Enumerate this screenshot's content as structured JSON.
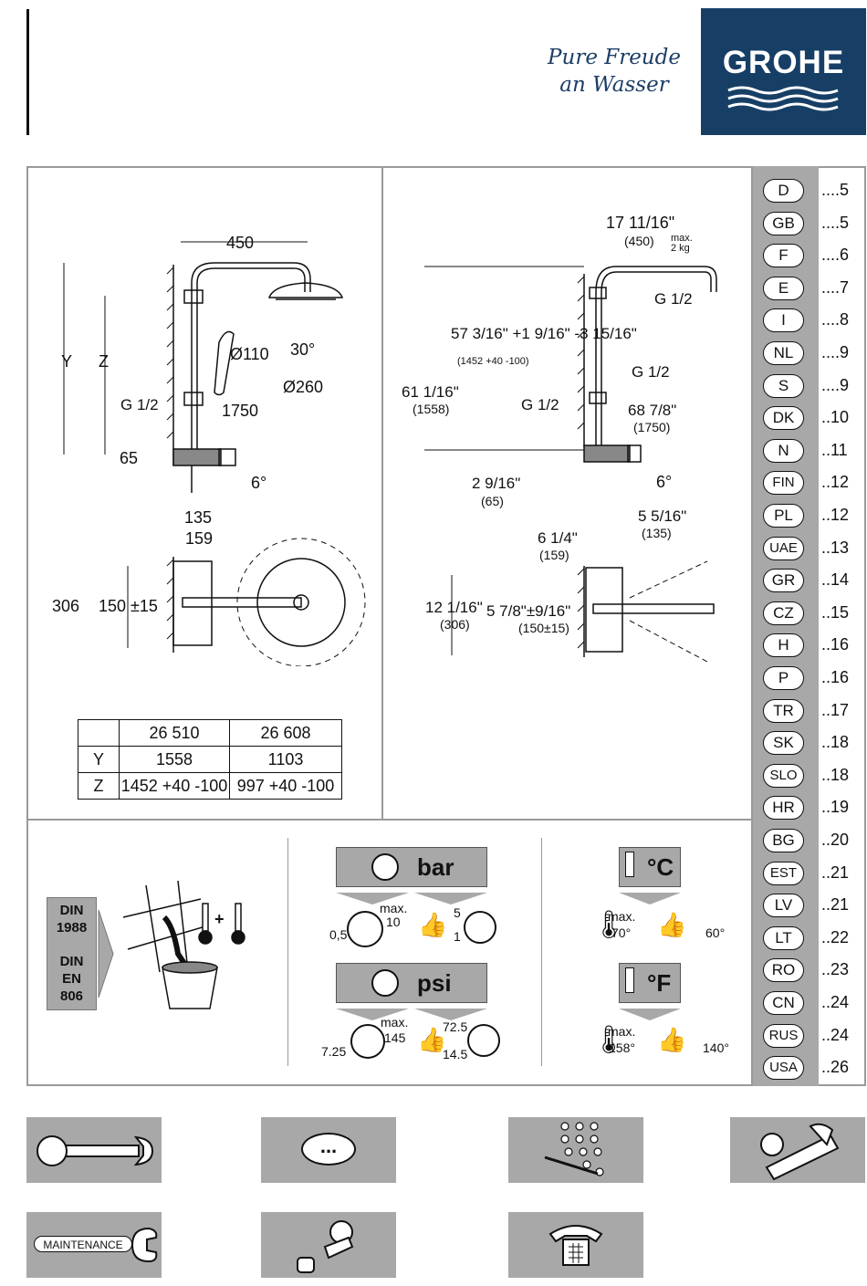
{
  "header": {
    "tagline_line1": "Pure Freude",
    "tagline_line2": "an Wasser",
    "brand": "GROHE",
    "brand_color": "#173f66"
  },
  "drawing_left": {
    "dim_450": "450",
    "dim_y": "Y",
    "dim_z": "Z",
    "dim_110": "Ø110",
    "dim_30": "30°",
    "dim_260": "Ø260",
    "dim_1750": "1750",
    "dim_g12": "G 1/2",
    "dim_65": "65",
    "dim_6deg": "6°",
    "dim_135": "135",
    "dim_159": "159",
    "dim_306": "306",
    "dim_150": "150 ±15"
  },
  "table": {
    "headers": [
      "",
      "26 510",
      "26 608"
    ],
    "rows": [
      [
        "Y",
        "1558",
        "1103"
      ],
      [
        "Z",
        "1452 +40 -100",
        "997 +40 -100"
      ]
    ]
  },
  "drawing_right": {
    "dim_17": "17 11/16\"",
    "dim_450": "(450)",
    "dim_max": "max.",
    "dim_2kg": "2 kg",
    "dim_g12a": "G 1/2",
    "dim_57": "57 3/16\" +1 9/16\" -3 15/16\"",
    "dim_1452": "(1452 +40 -100)",
    "dim_61": "61 1/16\"",
    "dim_1558": "(1558)",
    "dim_g12b": "G 1/2",
    "dim_g12c": "G 1/2",
    "dim_68": "68 7/8\"",
    "dim_1750": "(1750)",
    "dim_29": "2 9/16\"",
    "dim_65": "(65)",
    "dim_6deg": "6°",
    "dim_55": "5 5/16\"",
    "dim_135": "(135)",
    "dim_614": "6 1/4\"",
    "dim_159": "(159)",
    "dim_12": "12 1/16\"",
    "dim_306": "(306)",
    "dim_578": "5 7/8\"±9/16\"",
    "dim_150": "(150±15)"
  },
  "languages": [
    {
      "code": "D",
      "page": "....5"
    },
    {
      "code": "GB",
      "page": "....5"
    },
    {
      "code": "F",
      "page": "....6"
    },
    {
      "code": "E",
      "page": "....7"
    },
    {
      "code": "I",
      "page": "....8"
    },
    {
      "code": "NL",
      "page": "....9"
    },
    {
      "code": "S",
      "page": "....9"
    },
    {
      "code": "DK",
      "page": "..10"
    },
    {
      "code": "N",
      "page": "..11"
    },
    {
      "code": "FIN",
      "page": "..12"
    },
    {
      "code": "PL",
      "page": "..12"
    },
    {
      "code": "UAE",
      "page": "..13"
    },
    {
      "code": "GR",
      "page": "..14"
    },
    {
      "code": "CZ",
      "page": "..15"
    },
    {
      "code": "H",
      "page": "..16"
    },
    {
      "code": "P",
      "page": "..16"
    },
    {
      "code": "TR",
      "page": "..17"
    },
    {
      "code": "SK",
      "page": "..18"
    },
    {
      "code": "SLO",
      "page": "..18"
    },
    {
      "code": "HR",
      "page": "..19"
    },
    {
      "code": "BG",
      "page": "..20"
    },
    {
      "code": "EST",
      "page": "..21"
    },
    {
      "code": "LV",
      "page": "..21"
    },
    {
      "code": "LT",
      "page": "..22"
    },
    {
      "code": "RO",
      "page": "..23"
    },
    {
      "code": "CN",
      "page": "..24"
    },
    {
      "code": "RUS",
      "page": "..24"
    },
    {
      "code": "USA",
      "page": "..26"
    }
  ],
  "standards": {
    "din1": "DIN",
    "din1_num": "1988",
    "din2": "DIN",
    "din2_en": "EN",
    "din2_num": "806"
  },
  "pressure": {
    "bar_label": "bar",
    "bar_min": "0,5",
    "bar_max_word": "max.",
    "bar_max": "10",
    "bar_rec_hi": "5",
    "bar_rec_lo": "1",
    "psi_label": "psi",
    "psi_min": "7.25",
    "psi_max_word": "max.",
    "psi_max": "145",
    "psi_rec_hi": "72.5",
    "psi_rec_lo": "14.5"
  },
  "temperature": {
    "c_label": "°C",
    "c_max_word": "max.",
    "c_max": "70°",
    "c_rec": "60°",
    "f_label": "°F",
    "f_max_word": "max.",
    "f_max": "158°",
    "f_rec": "140°"
  },
  "footer": {
    "maintenance_label": "MAINTENANCE",
    "dots_label": "..."
  }
}
